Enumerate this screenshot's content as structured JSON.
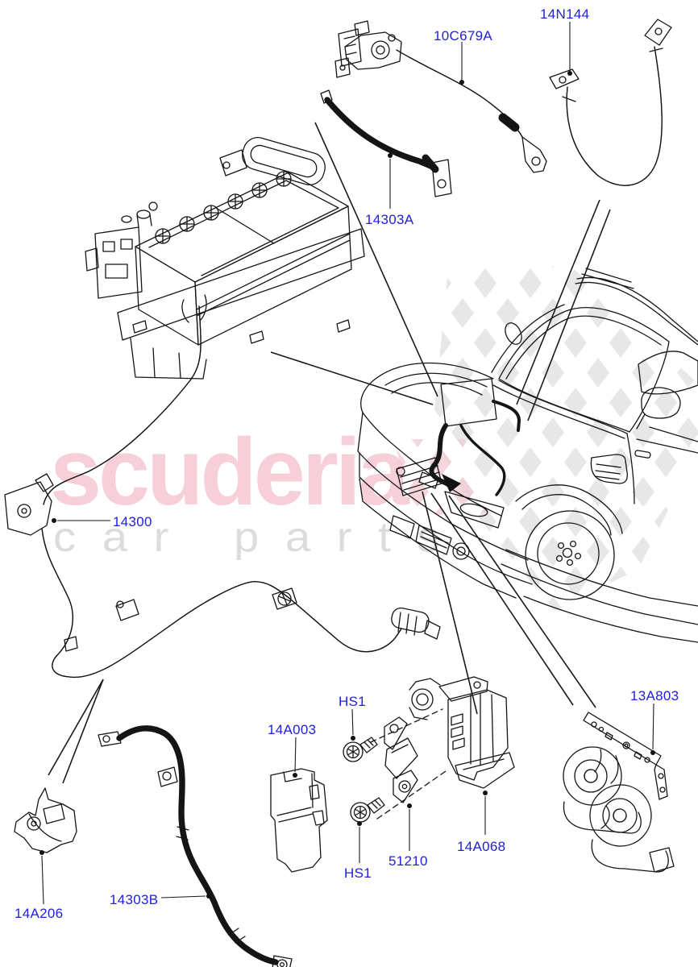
{
  "watermark": {
    "brand": "scuderia",
    "tagline": "car parts"
  },
  "colors": {
    "label_blue": "#2020dd",
    "line_black": "#151515",
    "watermark_pink": "#f7cfd8",
    "watermark_gray": "#dcdcdc",
    "flag_gray": "#e3e3e3",
    "flag_pink": "#f0c3cd"
  },
  "labels": {
    "cable_battery_positive": "10C679A",
    "cable_ground": "14N144",
    "cable_battery_upper": "14303A",
    "harness": "14300",
    "cover": "14A206",
    "cable_battery_lower": "14303B",
    "shield": "14A003",
    "screw_a": "HS1",
    "screw_b": "HS1",
    "fusible_link": "51210",
    "fusebox": "14A068",
    "horns": "13A803"
  }
}
